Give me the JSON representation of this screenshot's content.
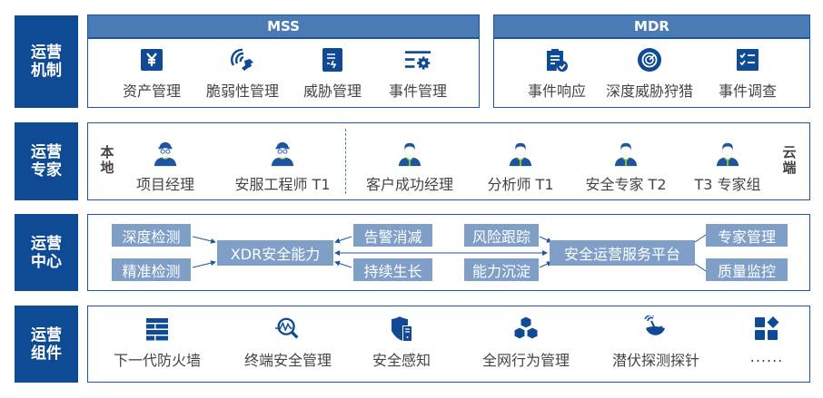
{
  "rows": [
    {
      "label": [
        "运营",
        "机制"
      ]
    },
    {
      "label": [
        "运营",
        "专家"
      ]
    },
    {
      "label": [
        "运营",
        "中心"
      ]
    },
    {
      "label": [
        "运营",
        "组件"
      ]
    }
  ],
  "mechanism": {
    "mss": {
      "title": "MSS",
      "items": [
        {
          "label": "资产管理",
          "icon": "yen-asset-icon"
        },
        {
          "label": "脆弱性管理",
          "icon": "signal-wrench-icon"
        },
        {
          "label": "威胁管理",
          "icon": "document-threat-icon"
        },
        {
          "label": "事件管理",
          "icon": "list-gear-icon"
        }
      ]
    },
    "mdr": {
      "title": "MDR",
      "items": [
        {
          "label": "事件响应",
          "icon": "clipboard-check-icon"
        },
        {
          "label": "深度威胁狩猎",
          "icon": "target-icon"
        },
        {
          "label": "事件调查",
          "icon": "checklist-icon"
        }
      ]
    }
  },
  "experts": {
    "local_tag": [
      "本",
      "地"
    ],
    "cloud_tag": [
      "云",
      "端"
    ],
    "local": [
      {
        "label": "项目经理",
        "icon": "engineer-person-icon"
      },
      {
        "label": "安服工程师 T1",
        "icon": "engineer-person-icon"
      }
    ],
    "cloud": [
      {
        "label": "客户成功经理",
        "icon": "person-icon"
      },
      {
        "label": "分析师 T1",
        "icon": "person-icon"
      },
      {
        "label": "安全专家 T2",
        "icon": "person-icon"
      },
      {
        "label": "T3 专家组",
        "icon": "person-icon"
      }
    ]
  },
  "center": {
    "left_inputs": [
      "深度检测",
      "精准检测"
    ],
    "xdr": "XDR安全能力",
    "middle_inputs": [
      "告警消减",
      "持续生长"
    ],
    "platform_inputs": [
      "风险跟踪",
      "能力沉淀"
    ],
    "platform": "安全运营服务平台",
    "right_outputs": [
      "专家管理",
      "质量监控"
    ]
  },
  "components": {
    "items": [
      {
        "label": "下一代防火墙",
        "icon": "firewall-icon"
      },
      {
        "label": "终端安全管理",
        "icon": "magnifier-wave-icon"
      },
      {
        "label": "安全感知",
        "icon": "shield-server-icon"
      },
      {
        "label": "全网行为管理",
        "icon": "cubes-icon"
      },
      {
        "label": "潜伏探测探针",
        "icon": "satellite-dish-icon"
      },
      {
        "label": "......",
        "icon": "apps-icon"
      }
    ]
  },
  "colors": {
    "primary": "#0f4a94",
    "header": "#4b7bb4",
    "chip": "#7f9fc7",
    "border": "#1d55a0",
    "accent_green": "#8cc63f"
  }
}
